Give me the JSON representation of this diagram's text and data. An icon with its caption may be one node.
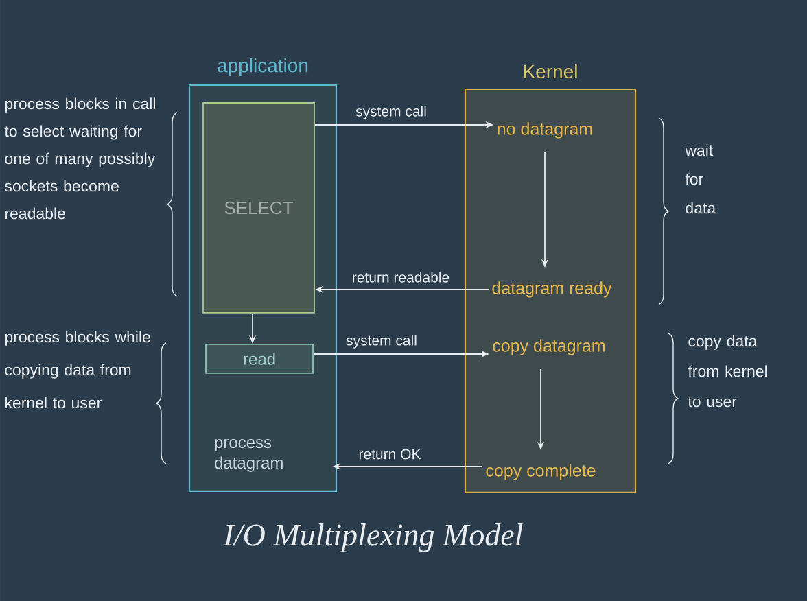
{
  "diagram": {
    "title": "I/O Multiplexing Model",
    "nodes": [
      {
        "text": [
          "application"
        ]
      },
      {
        "text": [
          "SELECT"
        ],
        "in": 0
      },
      {
        "text": [
          "read"
        ],
        "in": 0
      },
      {
        "text": [
          "process datagram"
        ],
        "in": 0
      },
      {
        "text": [
          "Kernel"
        ]
      },
      {
        "text": [
          "no datagram"
        ],
        "in": 4
      },
      {
        "text": [
          "datagram ready"
        ],
        "in": 4
      },
      {
        "text": [
          "copy datagram"
        ],
        "in": 4
      },
      {
        "text": [
          "copy complete"
        ],
        "in": 4
      }
    ],
    "edges": [
      {
        "from": 1,
        "to": 2,
        "arrow": "to"
      },
      {
        "from": 1,
        "to": 5,
        "arrow": "to",
        "label": "system call"
      },
      {
        "from": 5,
        "to": 6,
        "arrow": "to"
      },
      {
        "from": 6,
        "to": 1,
        "arrow": "to",
        "label": "return readable"
      },
      {
        "from": 2,
        "to": 7,
        "arrow": "to",
        "label": "system call"
      },
      {
        "from": 7,
        "to": 8,
        "arrow": "to"
      },
      {
        "from": 8,
        "to": 3,
        "arrow": "to",
        "label": "return OK"
      }
    ],
    "labels": [
      "process blocks in call to select waiting for one of many possibly sockets become readable",
      "wait for data",
      "process blocks while copying data from kernel to user",
      "copy data from kernel to user"
    ]
  }
}
